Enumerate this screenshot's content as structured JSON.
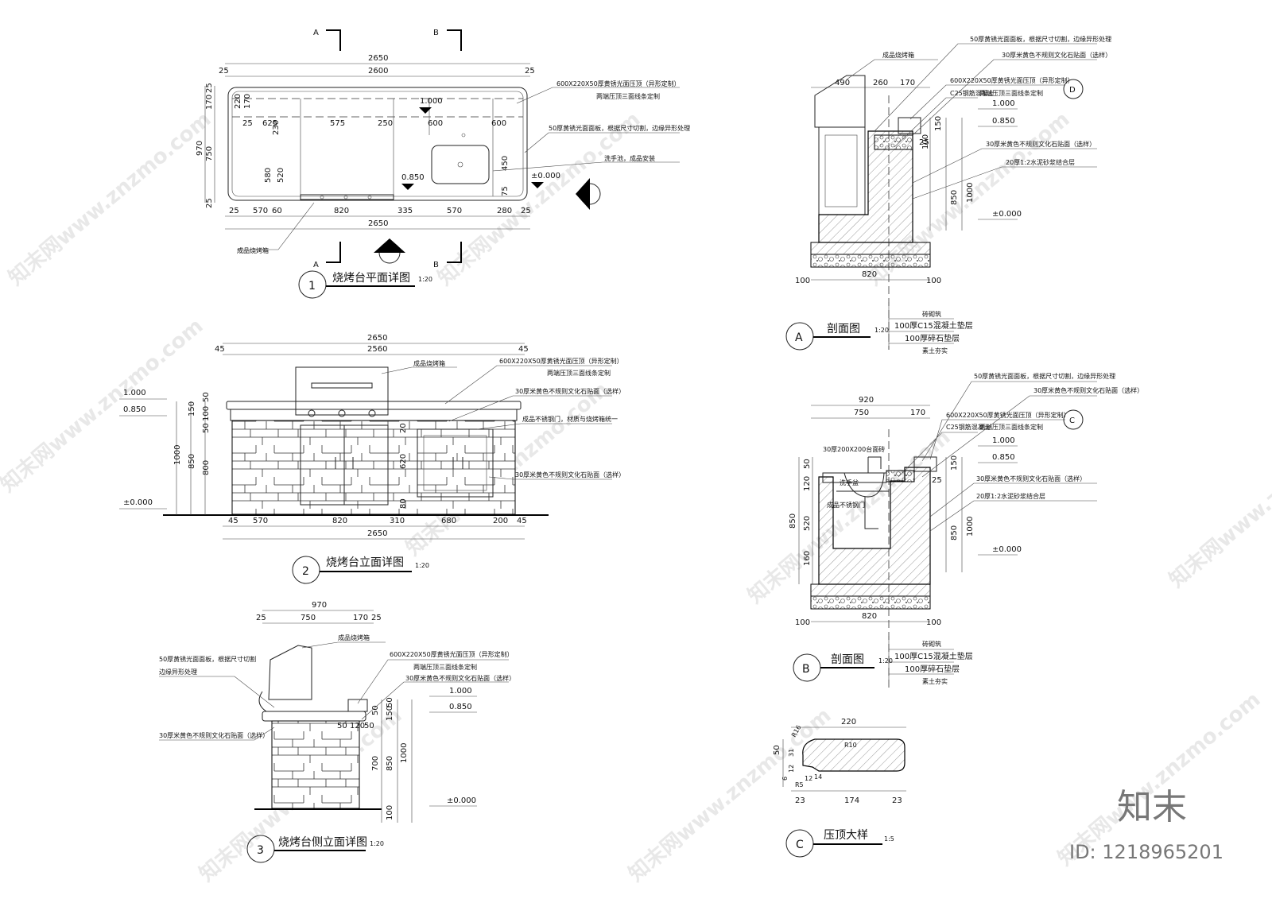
{
  "watermarks": {
    "site": "知末网www.znzmo.com",
    "brand": "知末",
    "id": "ID: 1218965201"
  },
  "plan": {
    "title": "烧烤台平面详图",
    "scale": "1:20",
    "num": "1",
    "section_a": "A",
    "section_b": "B",
    "dims_top": [
      "2650",
      "25",
      "2600",
      "25"
    ],
    "dims_left": [
      "25",
      "170",
      "750",
      "25",
      "970"
    ],
    "dims_inner_left": [
      "220",
      "170",
      "25"
    ],
    "dims_row": [
      "625",
      "575",
      "250",
      "600",
      "600"
    ],
    "dims_vert": [
      "230",
      "580",
      "520"
    ],
    "dims_bottom": [
      "25",
      "570",
      "60",
      "820",
      "335",
      "570",
      "280",
      "25"
    ],
    "dims_total": "2650",
    "sink_dims": [
      "450",
      "75"
    ],
    "levels": [
      "1.000",
      "0.850",
      "±0.000"
    ],
    "notes": [
      "600X220X50厚黄锈光面压顶（异形定制）",
      "两端压顶三面线条定制",
      "50厚黄锈光面面板，根据尺寸切割，边缘异形处理",
      "洗手池，成品安装",
      "成品烧烤箱"
    ]
  },
  "front": {
    "title": "烧烤台立面详图",
    "scale": "1:20",
    "num": "2",
    "dims_top": [
      "2650",
      "45",
      "2560",
      "45"
    ],
    "dims_left": [
      "50",
      "150",
      "100",
      "50",
      "1000",
      "850",
      "800"
    ],
    "dims_mid": [
      "20",
      "620",
      "80"
    ],
    "dims_bottom": [
      "45",
      "570",
      "820",
      "310",
      "680",
      "200",
      "45"
    ],
    "dims_total": "2650",
    "levels": [
      "1.000",
      "0.850",
      "±0.000"
    ],
    "notes": [
      "成品烧烤箱",
      "600X220X50厚黄锈光面压顶（异形定制）",
      "两端压顶三面线条定制",
      "30厚米黄色不规则文化石贴面（选样）",
      "成品不锈钢门，材质与烧烤箱统一",
      "30厚米黄色不规则文化石贴面（选样）"
    ]
  },
  "side": {
    "title": "烧烤台侧立面详图",
    "scale": "1:20",
    "num": "3",
    "dims_top": [
      "970",
      "25",
      "750",
      "170",
      "25"
    ],
    "dims_right": [
      "50",
      "150",
      "50",
      "700",
      "850",
      "1000",
      "100"
    ],
    "dims_small": [
      "50",
      "120",
      "50"
    ],
    "levels": [
      "1.000",
      "0.850",
      "±0.000"
    ],
    "notes": [
      "成品烧烤箱",
      "600X220X50厚黄锈光面压顶（异形定制）",
      "两端压顶三面线条定制",
      "30厚米黄色不规则文化石贴面（选样）",
      "50厚黄锈光面面板，根据尺寸切割",
      "边缘异形处理",
      "30厚米黄色不规则文化石贴面（选样）"
    ]
  },
  "sec_a": {
    "title": "剖面图",
    "scale": "1:20",
    "num": "A",
    "dims_top": [
      "490",
      "260",
      "170"
    ],
    "dims_right": [
      "150",
      "100",
      "25",
      "850",
      "1000"
    ],
    "dims_base": [
      "100",
      "820",
      "100"
    ],
    "levels": [
      "1.000",
      "0.850",
      "±0.000"
    ],
    "notes": [
      "成品烧烤箱",
      "50厚黄锈光面面板，根据尺寸切割，边缘异形处理",
      "30厚米黄色不规则文化石贴面（选样）",
      "600X220X50厚黄锈光面压顶（异形定制）",
      "两端压顶三面线条定制",
      "C25钢筋混凝土",
      "30厚米黄色不规则文化石贴面（选样）",
      "20厚1:2水泥砂浆结合层"
    ],
    "layers": [
      "砖砌筑",
      "100厚C15混凝土垫层",
      "100厚碎石垫层",
      "素土夯实"
    ],
    "callout": "D"
  },
  "sec_b": {
    "title": "剖面图",
    "scale": "1:20",
    "num": "B",
    "dims_top": [
      "920",
      "750",
      "170"
    ],
    "dims_left": [
      "50",
      "120",
      "520",
      "850",
      "160"
    ],
    "dims_right": [
      "150",
      "25",
      "850",
      "1000"
    ],
    "dims_base": [
      "100",
      "820",
      "100"
    ],
    "levels": [
      "1.000",
      "0.850",
      "±0.000"
    ],
    "labels": [
      "30厚200X200台面砖",
      "洗手盆",
      "成品不锈钢门"
    ],
    "notes": [
      "50厚黄锈光面面板，根据尺寸切割，边缘异形处理",
      "30厚米黄色不规则文化石贴面（选样）",
      "600X220X50厚黄锈光面压顶（异形定制）",
      "两端压顶三面线条定制",
      "C25钢筋混凝土",
      "30厚米黄色不规则文化石贴面（选样）",
      "20厚1:2水泥砂浆结合层"
    ],
    "layers": [
      "砖砌筑",
      "100厚C15混凝土垫层",
      "100厚碎石垫层",
      "素土夯实"
    ],
    "callout": "C"
  },
  "coping": {
    "title": "压顶大样",
    "scale": "1:5",
    "num": "C",
    "dims_top": "220",
    "radius_big": "R10",
    "radius_small": "R16",
    "dims_left": [
      "50",
      "12",
      "31",
      "6"
    ],
    "dims_bottom": [
      "23",
      "174",
      "23"
    ],
    "dims_small": [
      "R5",
      "12",
      "14"
    ]
  }
}
